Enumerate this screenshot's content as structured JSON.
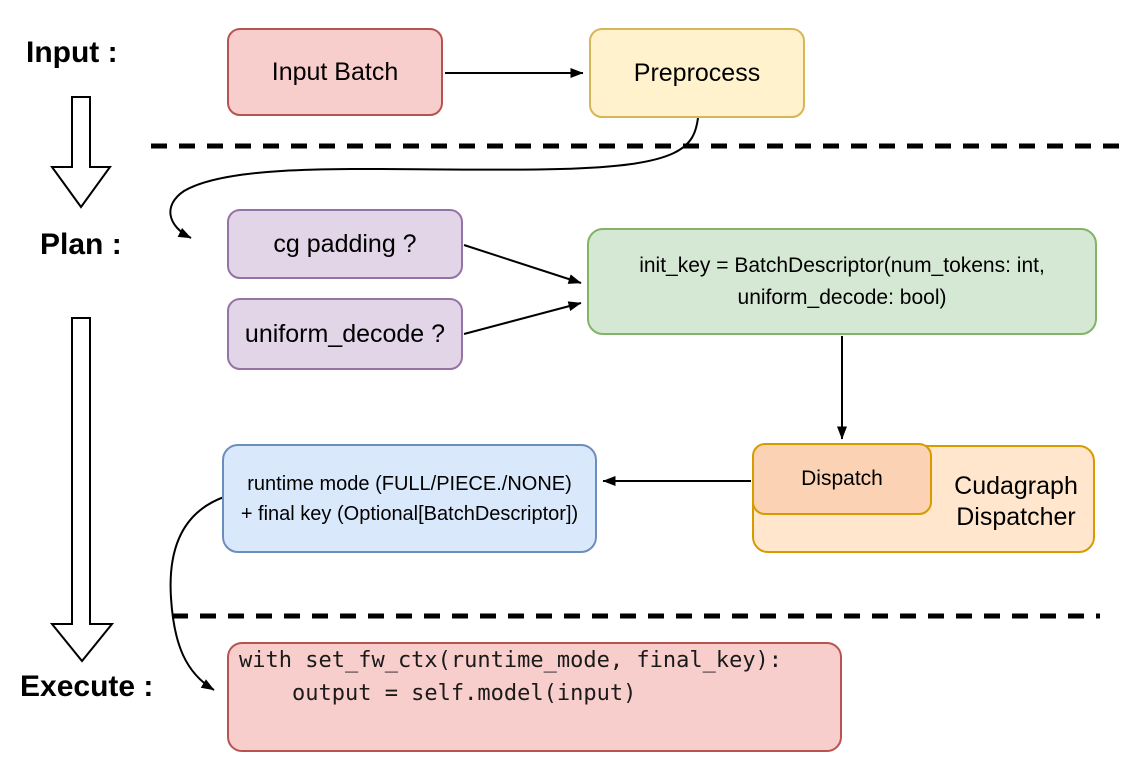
{
  "diagram": {
    "title_hint": "cudagraph dispatch flow",
    "stages": {
      "input_label": "Input :",
      "plan_label": "Plan :",
      "execute_label": "Execute :"
    },
    "nodes": {
      "input_batch": "Input Batch",
      "preprocess": "Preprocess",
      "cg_padding": "cg padding ?",
      "uniform_decode": "uniform_decode ?",
      "init_key_line1": "init_key = BatchDescriptor(num_tokens: int,",
      "init_key_line2": "uniform_decode: bool)",
      "dispatch": "Dispatch",
      "cudagraph_dispatcher": "Cudagraph Dispatcher",
      "runtime_line1": "runtime mode (FULL/PIECE./NONE)",
      "runtime_line2": "+ final key (Optional[BatchDescriptor])",
      "code_line1": "with set_fw_ctx(runtime_mode, final_key):",
      "code_line2": "    output = self.model(input)"
    },
    "colors": {
      "red_fill": "#f8cecc",
      "red_stroke": "#b85450",
      "yellow_fill": "#fff2cc",
      "yellow_stroke": "#d6b656",
      "purple_fill": "#e1d5e7",
      "purple_stroke": "#9673a6",
      "green_fill": "#d5e8d4",
      "green_stroke": "#82b366",
      "blue_fill": "#dae8fc",
      "blue_stroke": "#6c8ebf",
      "peach_fill": "#ffe6cc",
      "salmon_fill": "#fcd2b4",
      "orange_stroke": "#d79b00",
      "arrow_color": "#000000",
      "background": "#ffffff"
    }
  }
}
